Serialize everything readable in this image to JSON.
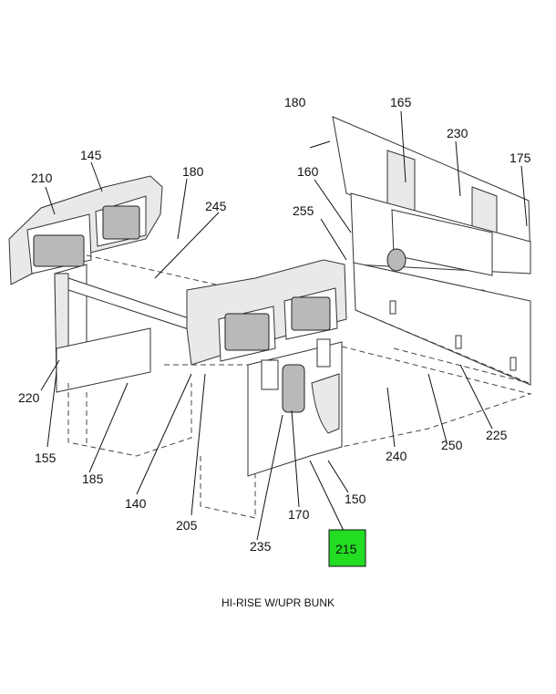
{
  "caption": "HI-RISE W/UPR BUNK",
  "highlight_color": "#22dd22",
  "callouts": [
    "180",
    "165",
    "230",
    "175",
    "160",
    "255",
    "145",
    "210",
    "180",
    "245",
    "220",
    "155",
    "185",
    "140",
    "205",
    "235",
    "170",
    "150",
    "215",
    "240",
    "250",
    "225"
  ],
  "highlighted_callout": "215"
}
